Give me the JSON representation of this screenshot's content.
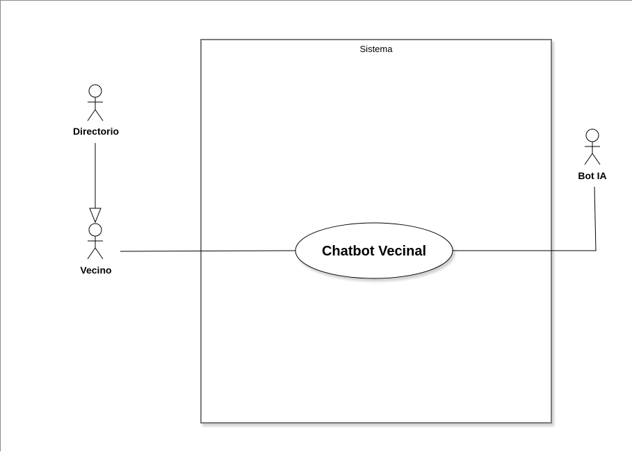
{
  "diagram": {
    "system": {
      "title": "Sistema"
    },
    "use_case": {
      "label": "Chatbot Vecinal"
    },
    "actors": {
      "directorio": {
        "label": "Directorio"
      },
      "vecino": {
        "label": "Vecino"
      },
      "bot": {
        "label": "Bot IA"
      }
    },
    "colors": {
      "stroke": "#000000",
      "system_border": "#7a7a7a",
      "shadow": "#d9d9d9"
    }
  }
}
